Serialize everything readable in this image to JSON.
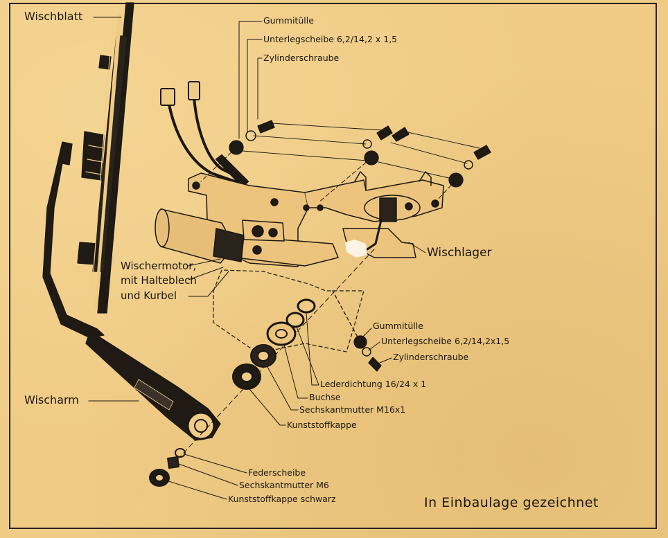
{
  "diagram": {
    "labels": {
      "wischblatt": "Wischblatt",
      "gummituelle_top": "Gummitülle",
      "unterlegscheibe_top": "Unterlegscheibe 6,2/14,2 x 1,5",
      "zylinderschraube_top": "Zylinderschraube",
      "wischlager": "Wischlager",
      "motor_line1": "Wischermotor,",
      "motor_line2": "mit Halteblech",
      "motor_line3": "und Kurbel",
      "gummituelle_mid": "Gummitülle",
      "unterlegscheibe_mid": "Unterlegscheibe 6,2/14,2x1,5",
      "zylinderschraube_mid": "Zylinderschraube",
      "lederdichtung": "Lederdichtung 16/24 x 1",
      "buchse": "Buchse",
      "sechskantmutter_m16": "Sechskantmutter M16x1",
      "kunststoffkappe": "Kunststoffkappe",
      "wischarm": "Wischarm",
      "federscheibe": "Federscheibe",
      "sechskantmutter_m6": "Sechskantmutter M6",
      "kunststoffkappe_schwarz": "Kunststoffkappe schwarz"
    },
    "note": "In Einbaulage gezeichnet",
    "colors": {
      "paper": "#efcb86",
      "ink": "#1c1712"
    }
  }
}
